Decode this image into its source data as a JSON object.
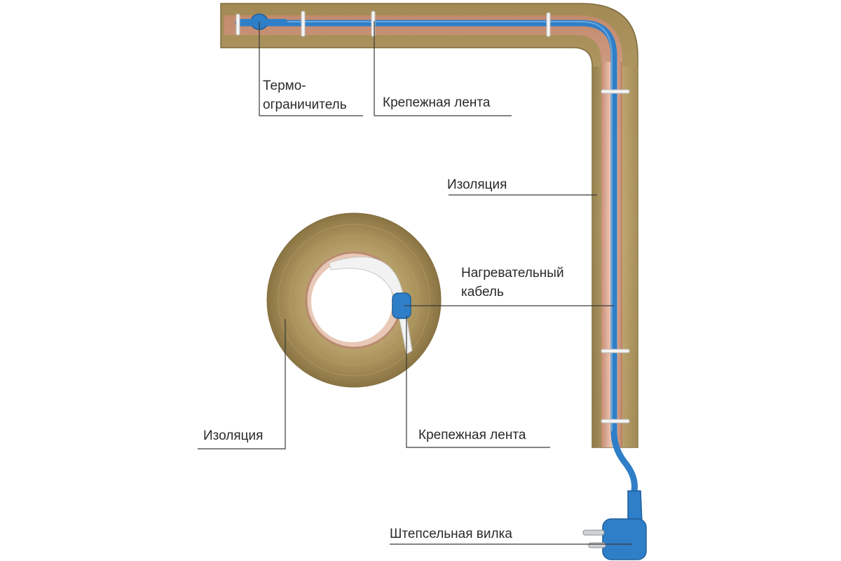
{
  "labels": {
    "thermostat": [
      "Термо-",
      "ограничитель"
    ],
    "tape_top": "Крепежная лента",
    "insulation_right": "Изоляция",
    "heating_cable": [
      "Нагревательный",
      "кабель"
    ],
    "insulation_left": "Изоляция",
    "tape_bottom": "Крепежная лента",
    "plug": "Штепсельная вилка"
  },
  "colors": {
    "insulation": "#b39a63",
    "insulation_dark": "#8f7a48",
    "pipe": "#d9a88f",
    "cable": "#2f7fc8",
    "cable_dark": "#1e5f9c",
    "tie": "#f1f1f1"
  }
}
